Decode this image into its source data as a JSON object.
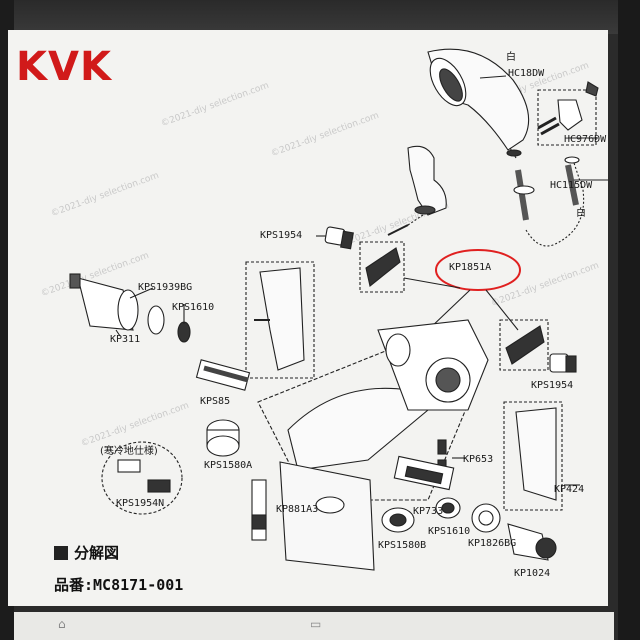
{
  "brand": "KVK",
  "section_title": "分解図",
  "model_label": "品番:",
  "model_number": "MC8171-001",
  "cold_region_label": "(寒冷地仕様)",
  "parts": {
    "shiro_top": "白",
    "hc18dw": "HC18DW",
    "hc976dw": "HC976DW",
    "hc115dw": "HC115DW",
    "shiro_bottom": "白",
    "kps1954_top": "KPS1954",
    "kp1851a": "KP1851A",
    "kps1939bg": "KPS1939BG",
    "kps1610_left": "KPS1610",
    "kp311": "KP311",
    "kps1954_right": "KPS1954",
    "kps85": "KPS85",
    "kp653": "KP653",
    "kps1580a": "KPS1580A",
    "kp424": "KP424",
    "kps1954n": "KPS1954N",
    "kp881a3": "KP881A3",
    "kp733": "KP733",
    "kps1610_bottom": "KPS1610",
    "kps1580b": "KPS1580B",
    "kp1826bg": "KP1826BG",
    "kp1024": "KP1024"
  },
  "watermark": "©2021-diy selection.com",
  "nav": {
    "home": "⌂",
    "tab": "▭"
  }
}
